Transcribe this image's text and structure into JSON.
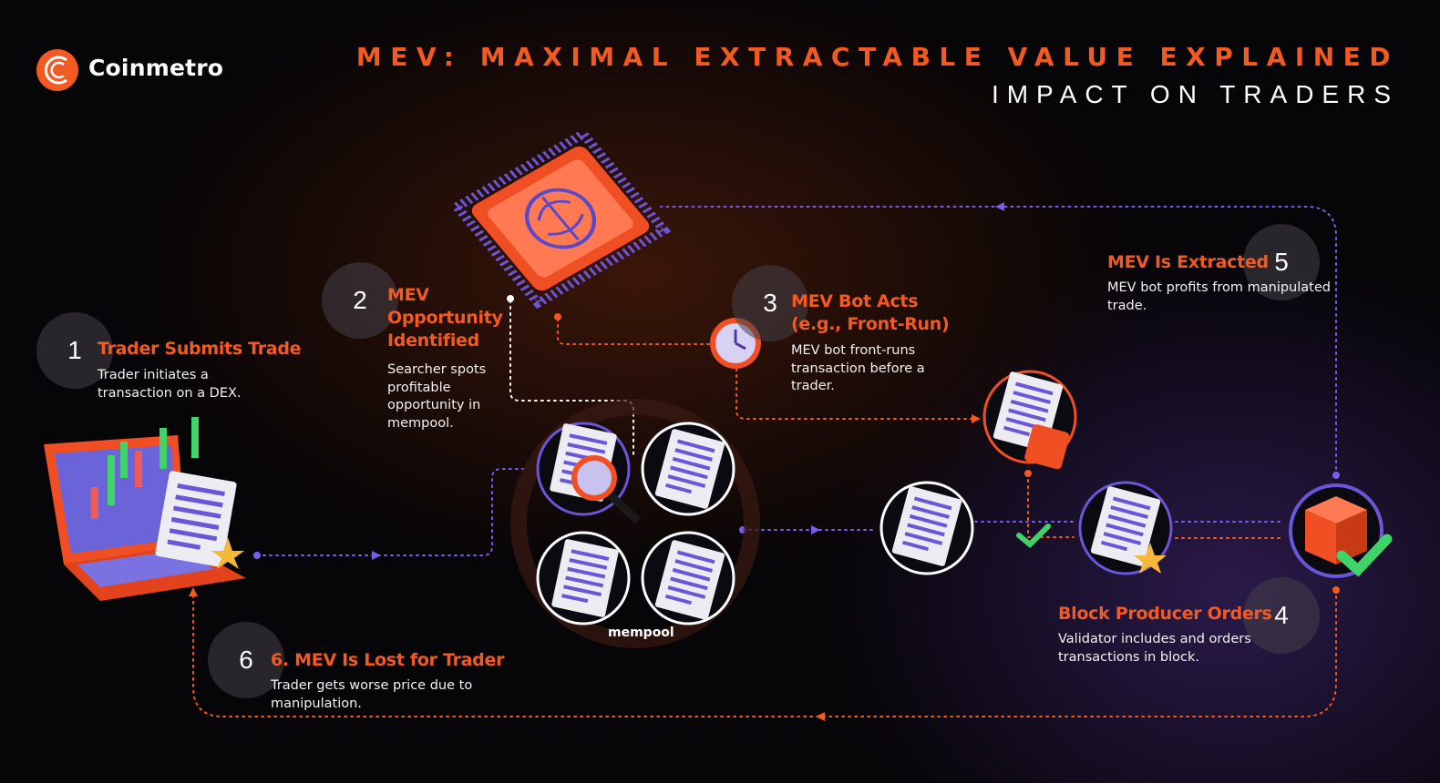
{
  "brand": {
    "name": "Coinmetro",
    "color": "#f35a22"
  },
  "header": {
    "title": "MEV: MAXIMAL EXTRACTABLE VALUE EXPLAINED",
    "subtitle": "IMPACT ON TRADERS"
  },
  "colors": {
    "accent": "#f35a22",
    "flow": "#7b5cf0"
  },
  "steps": [
    {
      "number": "1",
      "title": "Trader Submits Trade",
      "desc": "Trader initiates a transaction on a DEX."
    },
    {
      "number": "2",
      "title_lines": [
        "MEV",
        "Opportunity",
        "Identified"
      ],
      "desc": "Searcher spots profitable opportunity in mempool."
    },
    {
      "number": "3",
      "title_lines": [
        "MEV Bot Acts",
        "(e.g., Front-Run)"
      ],
      "desc": "MEV bot front-runs transaction before a trader."
    },
    {
      "number": "4",
      "title": "Block Producer Orders",
      "desc": "Validator includes and orders transactions in block."
    },
    {
      "number": "5",
      "title": "MEV Is Extracted",
      "desc": "MEV bot profits from manipulated trade."
    },
    {
      "number": "6",
      "title": "6. MEV Is Lost for Trader",
      "desc": "Trader gets worse price due to manipulation."
    }
  ],
  "mempool_label": "mempool"
}
